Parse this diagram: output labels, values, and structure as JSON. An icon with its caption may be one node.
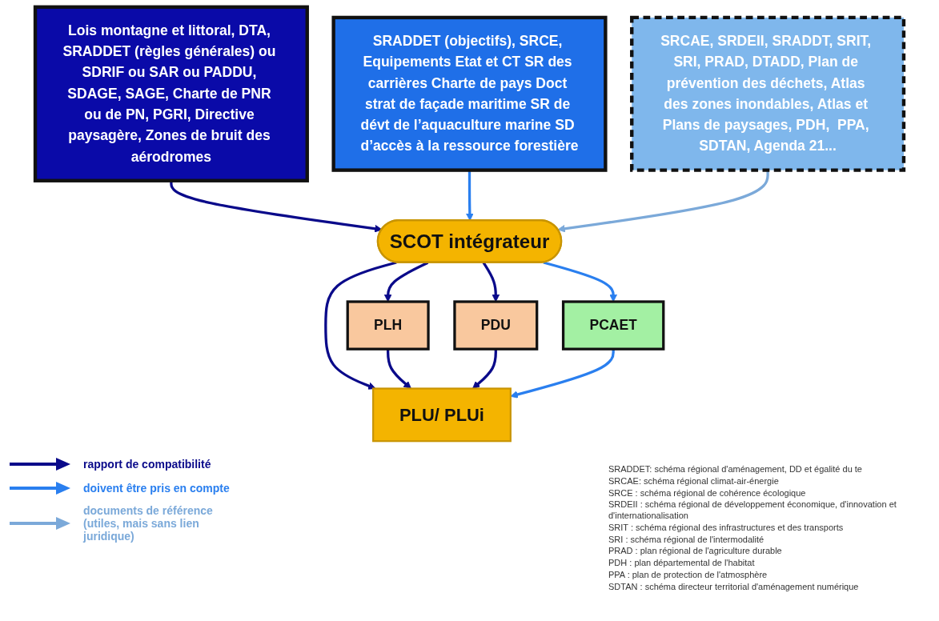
{
  "diagram": {
    "nodes": [
      {
        "text": [
          "Lois montagne et littoral, DTA, SRADDET (règles générales) ou SDRIF ou SAR ou PADDU, SDAGE, SAGE, Charte de PNR ou de PN, PGRI, Directive paysagère, Zones de bruit des aérodromes"
        ]
      },
      {
        "text": [
          "SRADDET (objectifs), SRCE, Equipements Etat et CT SR des carrières Charte de pays Doct strat de façade maritime SR de dévt de l’aquaculture marine SD d’accès à la ressource forestière"
        ]
      },
      {
        "text": [
          "SRCAE, SRDEII, SRADDT, SRIT, SRI, PRAD, DTADD, Plan de prévention des déchets, Atlas des zones inondables, Atlas et Plans de paysages, PDH,  PPA, SDTAN, Agenda 21..."
        ]
      },
      {
        "text": [
          "SCOT intégrateur"
        ]
      },
      {
        "text": [
          "PLH"
        ]
      },
      {
        "text": [
          "PDU"
        ]
      },
      {
        "text": [
          "PCAET"
        ]
      },
      {
        "text": [
          "PLU/ PLUi"
        ]
      }
    ],
    "edges": [
      {
        "from": 0,
        "to": 3,
        "arrow": "to"
      },
      {
        "from": 1,
        "to": 3,
        "arrow": "to",
        "color": "#2a7fef"
      },
      {
        "from": 2,
        "to": 3,
        "arrow": "to",
        "color": "#7ba9d9"
      },
      {
        "from": 3,
        "to": 4,
        "arrow": "to"
      },
      {
        "from": 3,
        "to": 5,
        "arrow": "to"
      },
      {
        "from": 3,
        "to": 7,
        "arrow": "to"
      },
      {
        "from": 3,
        "to": 6,
        "arrow": "to",
        "color": "#2a7fef"
      },
      {
        "from": 4,
        "to": 7,
        "arrow": "to"
      },
      {
        "from": 5,
        "to": 7,
        "arrow": "to"
      },
      {
        "from": 6,
        "to": 7,
        "arrow": "to",
        "color": "#2a7fef"
      }
    ],
    "labels": [
      "SRADDET: schéma régional d'aménagement, DD et égalité du te",
      "SRCAE: schéma régional climat-air-énergie",
      "SRCE : schéma régional de cohérence écologique",
      "SRDEII : schéma régional de développement économique, d'innovation et d'internationalisation",
      "SRIT : schéma régional des infrastructures et des transports",
      "SRI : schéma régional de l'intermodalité",
      "PRAD : plan régional de l'agriculture durable",
      "PDH : plan départemental de l'habitat",
      "PPA : plan de protection de l'atmosphère",
      "SDTAN : schéma directeur territorial d'aménagement numérique"
    ],
    "legend": [
      {
        "text": "rapport de compatibilité"
      },
      {
        "text": "doivent être pris en compte"
      },
      {
        "text": "documents de référence (utiles, mais sans lien juridique)"
      }
    ]
  }
}
